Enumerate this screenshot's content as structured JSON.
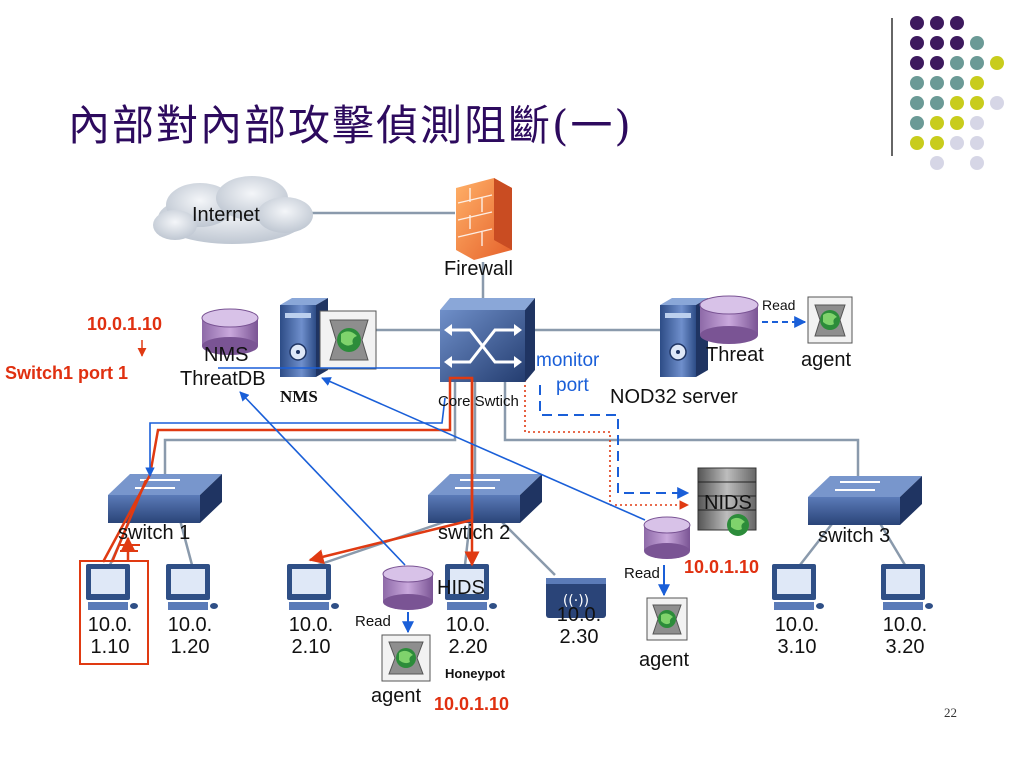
{
  "slide": {
    "title": "內部對內部攻擊偵測阻斷(一)",
    "page_number": "22"
  },
  "diagram": {
    "labels": {
      "internet": "Internet",
      "firewall": "Firewall",
      "nms": "NMS",
      "threatdb": "ThreatDB",
      "nms_bold": "NMS",
      "core_switch": "Core Swtich",
      "monitor": "monitor",
      "port": "port",
      "threat": "Threat",
      "nod32": "NOD32 server",
      "read_top": "Read",
      "agent_top": "agent",
      "nids": "NIDS",
      "read_nids": "Read",
      "agent_nids": "agent",
      "switch1": "switch 1",
      "switch2": "swtich 2",
      "switch3": "switch 3",
      "hids": "HIDS",
      "read_hids": "Read",
      "agent_hids": "agent",
      "honeypot": "Honeypot"
    },
    "red_labels": {
      "ip_top": "10.0.1.10",
      "switch_port": "Switch1 port 1",
      "ip_nids": "10.0.1.10",
      "ip_bottom": "10.0.1.10"
    },
    "pcs": [
      {
        "line1": "10.0.",
        "line2": "1.10"
      },
      {
        "line1": "10.0.",
        "line2": "1.20"
      },
      {
        "line1": "10.0.",
        "line2": "2.10"
      },
      {
        "line1": "10.0.",
        "line2": "2.20"
      },
      {
        "line1": "10.0.",
        "line2": "2.30"
      },
      {
        "line1": "10.0.",
        "line2": "3.10"
      },
      {
        "line1": "10.0.",
        "line2": "3.20"
      }
    ],
    "colors": {
      "attack": "#e03a12",
      "alert": "#1a5fd8",
      "network": "#8a9aac",
      "switch": "#2f4f86"
    }
  },
  "decoration": {
    "dot_colors": [
      "#3d1a5e",
      "#6b9a96",
      "#c8cc1c",
      "#d6d6e6"
    ]
  }
}
